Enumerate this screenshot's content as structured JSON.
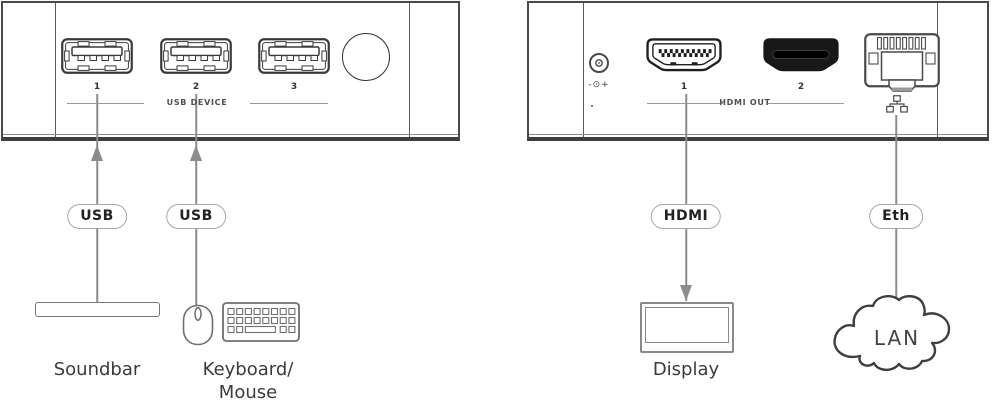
{
  "front_panel": {
    "usb_ports": [
      {
        "number": "1"
      },
      {
        "number": "2"
      },
      {
        "number": "3"
      }
    ],
    "group_label": "USB DEVICE"
  },
  "back_panel": {
    "dc_polarity": "-⊙+",
    "hdmi_ports": [
      {
        "number": "1"
      },
      {
        "number": "2"
      }
    ],
    "group_label": "HDMI OUT"
  },
  "connections": [
    {
      "label": "USB",
      "device_line1": "Soundbar",
      "direction": "up"
    },
    {
      "label": "USB",
      "device_line1": "Keyboard/",
      "device_line2": "Mouse",
      "direction": "up"
    },
    {
      "label": "HDMI",
      "device_line1": "Display",
      "direction": "down"
    },
    {
      "label": "Eth",
      "device_line1": "LAN",
      "direction": "line"
    }
  ],
  "icons": {
    "front_panel": [
      "usb-port-icon",
      "usb-port-icon",
      "usb-port-icon",
      "circle-button"
    ],
    "back_panel": [
      "dc-power-jack-icon",
      "hdmi-port-icon",
      "hdmi-port-black-icon",
      "ethernet-port-icon",
      "network-icon"
    ],
    "peripherals": [
      "soundbar-icon",
      "mouse-icon",
      "keyboard-icon",
      "display-icon",
      "lan-cloud-icon"
    ]
  },
  "colors": {
    "panel_outline": "#4a4a4a",
    "port_outline": "#3a3a3a",
    "connector_line": "#8c8c8c",
    "pill_border": "#a8a8a8",
    "label_text": "#3b3b3b"
  }
}
